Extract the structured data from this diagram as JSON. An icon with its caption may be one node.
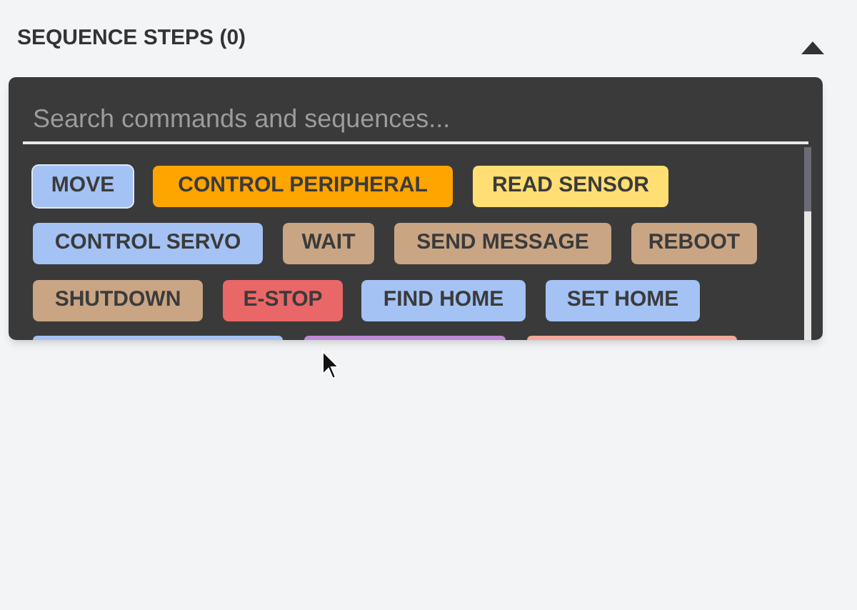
{
  "diagram": {
    "title": "SEQUENCE STEPS (0)",
    "nodes": [
      {
        "text": [],
        "shape": "box"
      },
      {
        "text": [
          "MOVE"
        ],
        "in": 0
      },
      {
        "text": [
          "CONTROL PERIPHERAL"
        ],
        "in": 0
      },
      {
        "text": [
          "READ SENSOR"
        ],
        "in": 0
      },
      {
        "text": [
          "CONTROL SERVO"
        ],
        "in": 0
      },
      {
        "text": [
          "WAIT"
        ],
        "in": 0
      },
      {
        "text": [
          "SEND MESSAGE"
        ],
        "in": 0
      },
      {
        "text": [
          "REBOOT"
        ],
        "in": 0
      },
      {
        "text": [
          "SHUTDOWN"
        ],
        "in": 0
      },
      {
        "text": [
          "E-STOP"
        ],
        "in": 0
      },
      {
        "text": [
          "FIND HOME"
        ],
        "in": 0
      },
      {
        "text": [
          "SET HOME"
        ],
        "in": 0
      },
      {
        "text": [],
        "shape": "box",
        "in": 0
      },
      {
        "text": [],
        "shape": "box",
        "in": 0
      },
      {
        "text": [],
        "shape": "box",
        "in": 0
      }
    ],
    "labels": [
      "Search commands and sequences..."
    ]
  }
}
